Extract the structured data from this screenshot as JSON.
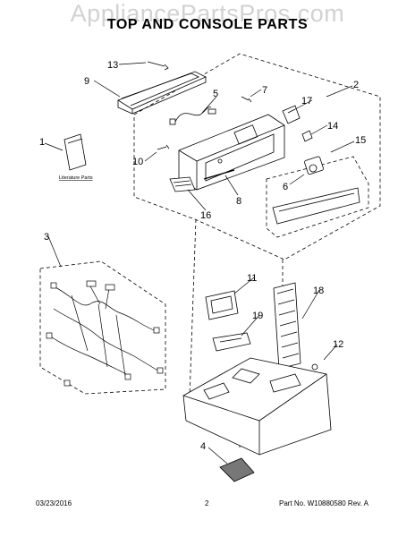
{
  "watermark": "AppliancePartsPros.com",
  "title": "TOP AND CONSOLE PARTS",
  "callouts": [
    "13",
    "9",
    "5",
    "7",
    "17",
    "2",
    "1",
    "14",
    "15",
    "10",
    "6",
    "8",
    "16",
    "3",
    "11",
    "18",
    "19",
    "12",
    "4"
  ],
  "literature_label": "Literature Parts",
  "footer": {
    "date": "03/23/2016",
    "page": "2",
    "part_no": "Part No. W10880580  Rev. A"
  }
}
